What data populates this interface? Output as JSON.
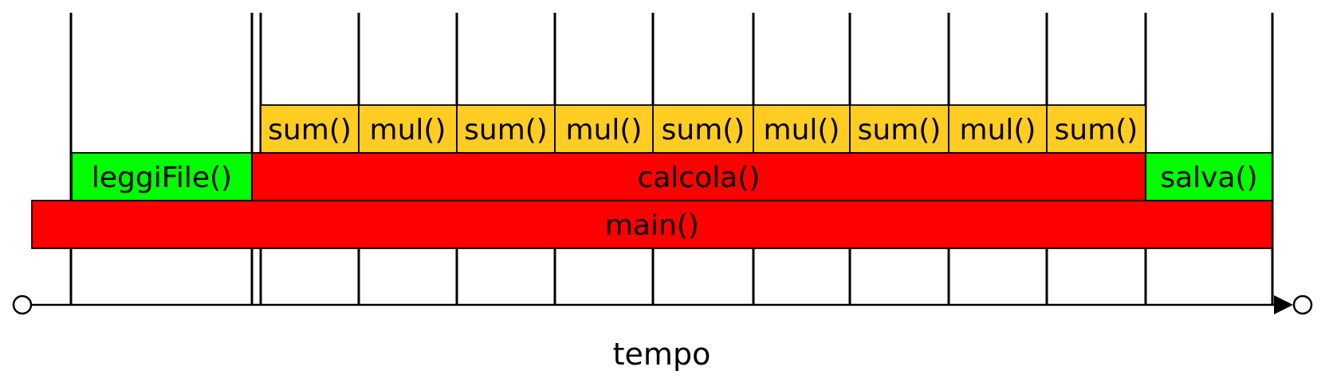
{
  "axis": {
    "label": "tempo"
  },
  "colors": {
    "red": "#ff0000",
    "green": "#00ff00",
    "yellow": "#ffcc22",
    "line": "#000000"
  },
  "blocks": {
    "main": {
      "label": "main()",
      "color": "red"
    },
    "leggiFile": {
      "label": "leggiFile()",
      "color": "green"
    },
    "calcola": {
      "label": "calcola()",
      "color": "red"
    },
    "salva": {
      "label": "salva()",
      "color": "green"
    },
    "ops": [
      {
        "label": "sum()",
        "color": "yellow"
      },
      {
        "label": "mul()",
        "color": "yellow"
      },
      {
        "label": "sum()",
        "color": "yellow"
      },
      {
        "label": "mul()",
        "color": "yellow"
      },
      {
        "label": "sum()",
        "color": "yellow"
      },
      {
        "label": "mul()",
        "color": "yellow"
      },
      {
        "label": "sum()",
        "color": "yellow"
      },
      {
        "label": "mul()",
        "color": "yellow"
      },
      {
        "label": "sum()",
        "color": "yellow"
      }
    ]
  }
}
